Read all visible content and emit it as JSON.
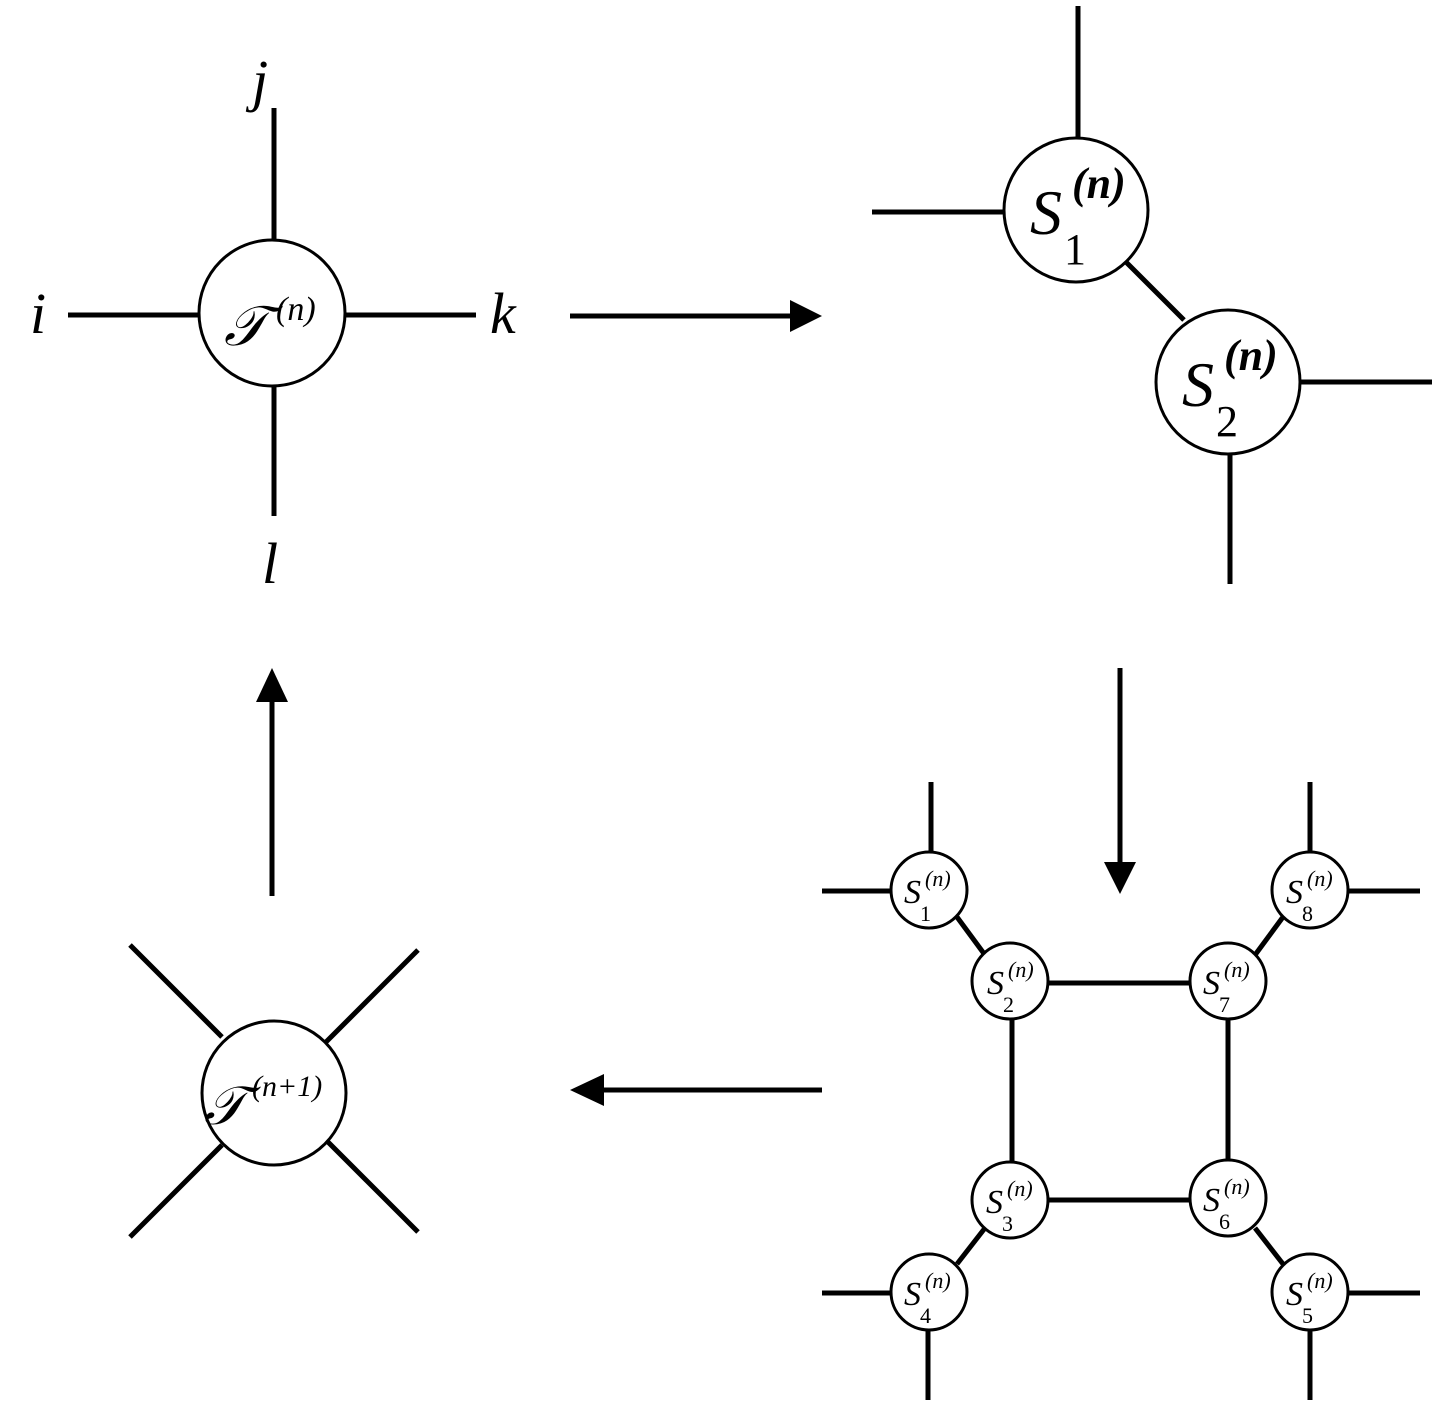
{
  "tensor_n": {
    "symbol": "𝒯",
    "superscript": "(n)",
    "indices": {
      "i": "i",
      "j": "j",
      "k": "k",
      "l": "l"
    }
  },
  "tensor_n1": {
    "symbol": "𝒯",
    "superscript": "(n+1)"
  },
  "split_nodes": [
    {
      "base": "S",
      "sub": "1",
      "sup": "(n)"
    },
    {
      "base": "S",
      "sub": "2",
      "sup": "(n)"
    }
  ],
  "plaquette_nodes": [
    {
      "base": "S",
      "sub": "1",
      "sup": "(n)"
    },
    {
      "base": "S",
      "sub": "2",
      "sup": "(n)"
    },
    {
      "base": "S",
      "sub": "3",
      "sup": "(n)"
    },
    {
      "base": "S",
      "sub": "4",
      "sup": "(n)"
    },
    {
      "base": "S",
      "sub": "5",
      "sup": "(n)"
    },
    {
      "base": "S",
      "sub": "6",
      "sup": "(n)"
    },
    {
      "base": "S",
      "sub": "7",
      "sup": "(n)"
    },
    {
      "base": "S",
      "sub": "8",
      "sup": "(n)"
    }
  ],
  "arrows": [
    {
      "from": "tensor-n",
      "to": "split-pair",
      "direction": "right"
    },
    {
      "from": "split-pair",
      "to": "plaquette",
      "direction": "down"
    },
    {
      "from": "plaquette",
      "to": "tensor-n1",
      "direction": "left"
    },
    {
      "from": "tensor-n1",
      "to": "tensor-n",
      "direction": "up"
    }
  ]
}
